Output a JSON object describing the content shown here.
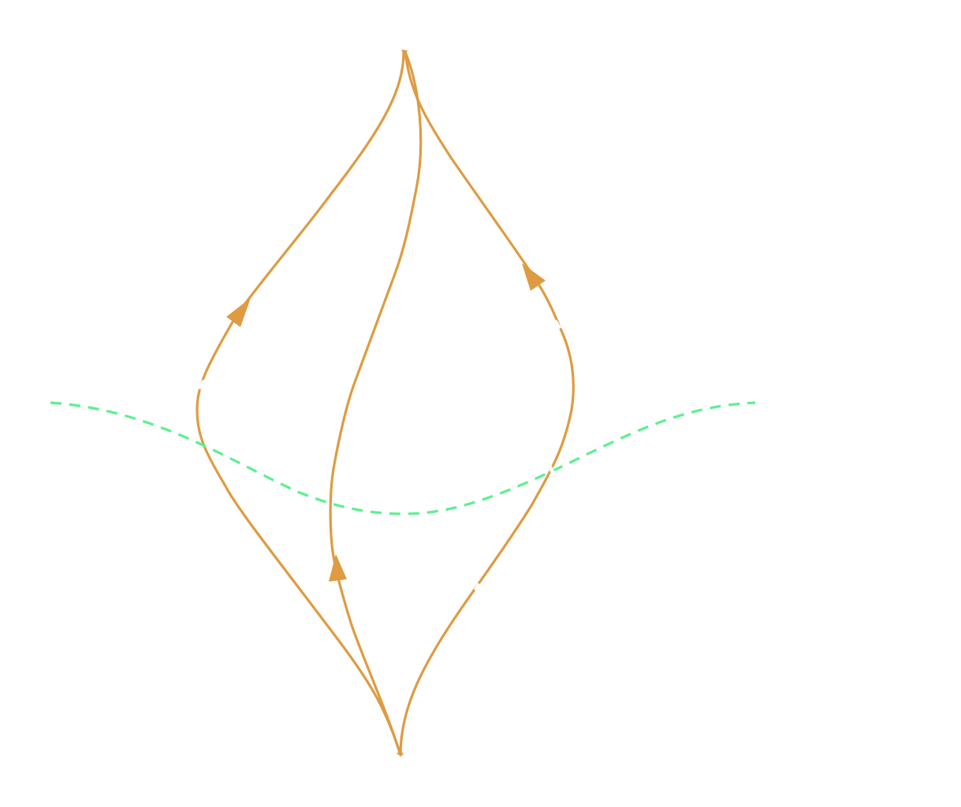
{
  "diagram": {
    "colors": {
      "propagator": "#DE9B41",
      "cut": "#5CF08F",
      "background": "#FFFFFF"
    },
    "vertices": [
      "top-vertex",
      "bottom-vertex"
    ],
    "propagators": [
      {
        "id": "left-outer",
        "from": "bottom-vertex",
        "to": "top-vertex",
        "arrow": "up"
      },
      {
        "id": "middle",
        "from": "bottom-vertex",
        "to": "top-vertex",
        "arrow": "up"
      },
      {
        "id": "right-outer",
        "from": "bottom-vertex",
        "to": "top-vertex",
        "arrow": "up"
      }
    ],
    "cut_line": {
      "style": "dashed"
    }
  }
}
